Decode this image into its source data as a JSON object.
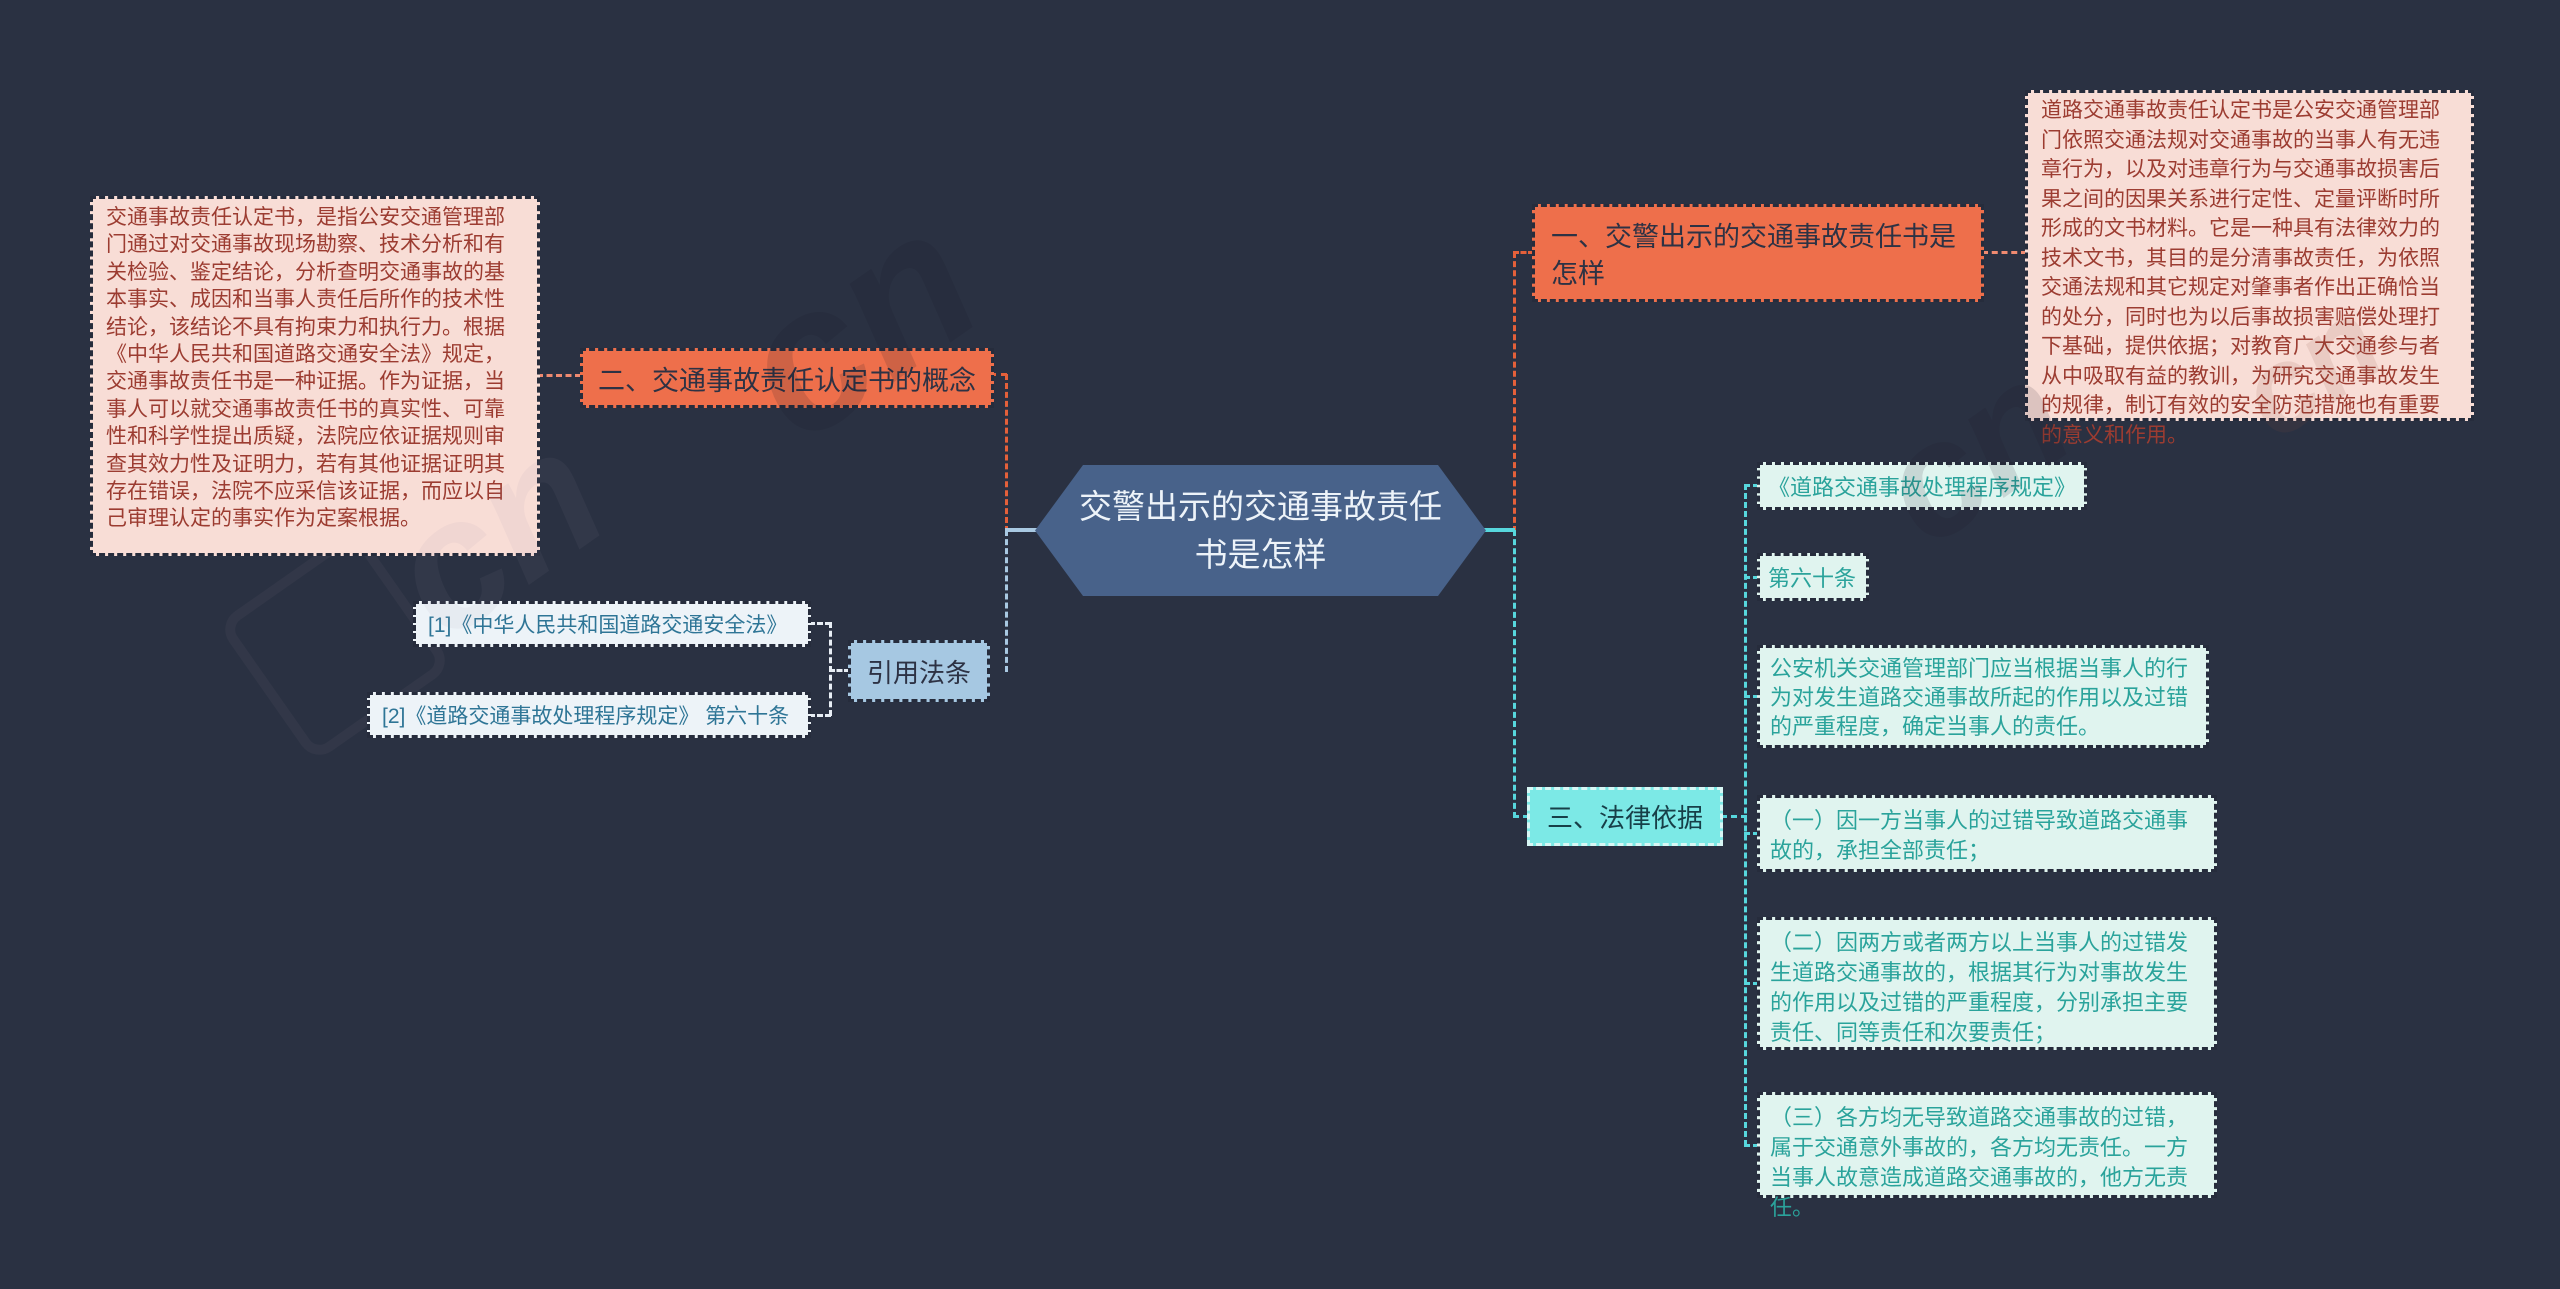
{
  "root": {
    "label": "交警出示的交通事故责任书是怎样"
  },
  "branch_concept": {
    "label": "二、交通事故责任认定书的概念",
    "note": "交通事故责任认定书，是指公安交通管理部门通过对交通事故现场勘察、技术分析和有关检验、鉴定结论，分析查明交通事故的基本事实、成因和当事人责任后所作的技术性结论，该结论不具有拘束力和执行力。根据《中华人民共和国道路交通安全法》规定，交通事故责任书是一种证据。作为证据，当事人可以就交通事故责任书的真实性、可靠性和科学性提出质疑，法院应依证据规则审查其效力性及证明力，若有其他证据证明其存在错误，法院不应采信该证据，而应以自己审理认定的事实作为定案根据。"
  },
  "branch_what": {
    "label": "一、交警出示的交通事故责任书是怎样",
    "note": "道路交通事故责任认定书是公安交通管理部门依照交通法规对交通事故的当事人有无违章行为，以及对违章行为与交通事故损害后果之间的因果关系进行定性、定量评断时所形成的文书材料。它是一种具有法律效力的技术文书，其目的是分清事故责任，为依照交通法规和其它规定对肇事者作出正确恰当的处分，同时也为以后事故损害赔偿处理打下基础，提供依据；对教育广大交通参与者从中吸取有益的教训，为研究交通事故发生的规律，制订有效的安全防范措施也有重要的意义和作用。"
  },
  "branch_citations": {
    "label": "引用法条",
    "items": [
      {
        "text": "[1]《中华人民共和国道路交通安全法》"
      },
      {
        "text": "[2]《道路交通事故处理程序规定》 第六十条"
      }
    ]
  },
  "branch_legal": {
    "label": "三、法律依据",
    "items": [
      {
        "text": "《道路交通事故处理程序规定》"
      },
      {
        "text": "第六十条"
      },
      {
        "text": "公安机关交通管理部门应当根据当事人的行为对发生道路交通事故所起的作用以及过错的严重程度，确定当事人的责任。"
      },
      {
        "text": "（一）因一方当事人的过错导致道路交通事故的，承担全部责任；"
      },
      {
        "text": "（二）因两方或者两方以上当事人的过错发生道路交通事故的，根据其行为对事故发生的作用以及过错的严重程度，分别承担主要责任、同等责任和次要责任；"
      },
      {
        "text": "（三）各方均无导致道路交通事故的过错，属于交通意外事故的，各方均无责任。一方当事人故意造成道路交通事故的，他方无责任。"
      }
    ]
  },
  "watermark": {
    "text": "cn"
  },
  "colors": {
    "background": "#2a3142",
    "node_dash": "#262c3c",
    "pink_bg": "#f8ddd6",
    "pink_text": "#9c3c31",
    "orange_bg": "#ee6f4b",
    "orange_text": "#2d3244",
    "hex_bg": "#48628a",
    "hex_text": "#edf3f9",
    "blue_bg": "#a6c8e2",
    "ref_bg": "#edf3f8",
    "ref_text": "#2e7596",
    "teal_bg": "#7ce9e6",
    "teal_text": "#173f48",
    "teal_dash": "#d8f7f5",
    "mint_bg": "#e0f4ef",
    "mint_text": "#2aa39b",
    "line_orange": "#e4603a",
    "line_salmon": "#ef8a70",
    "line_blue": "#a9c9e2",
    "line_white": "#e8eef5",
    "line_cyan": "#57d7dd"
  }
}
